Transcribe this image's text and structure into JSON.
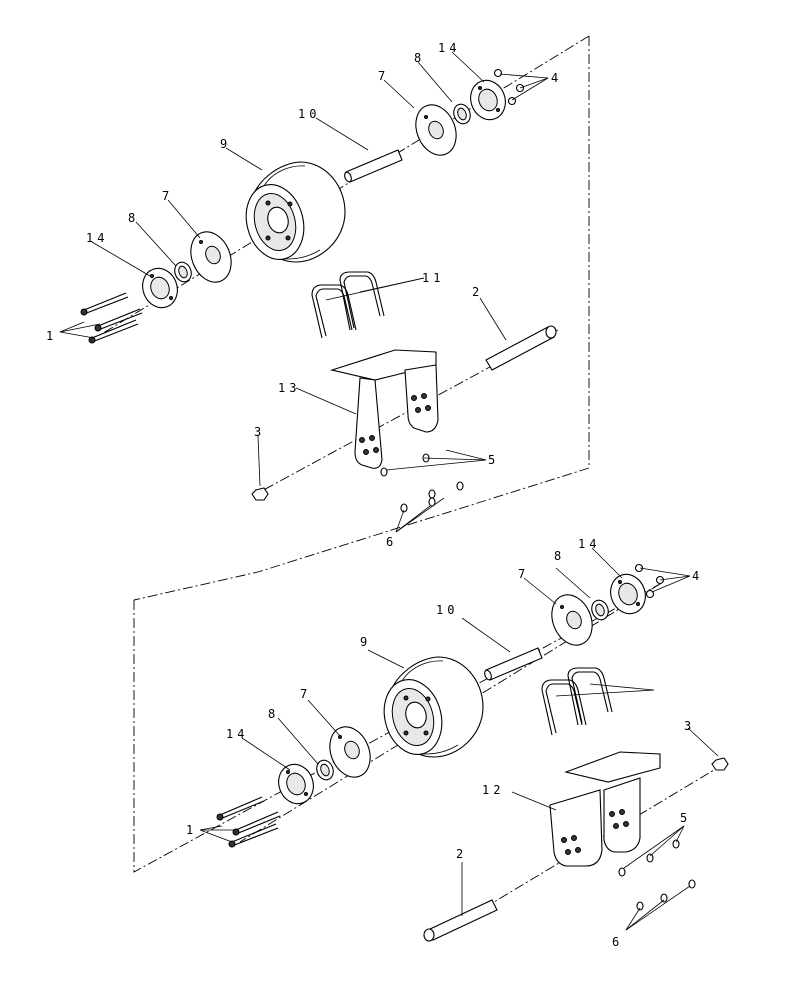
{
  "diagram": {
    "upper": {
      "callouts": {
        "c1": "1",
        "c2": "2",
        "c3": "3",
        "c4": "4",
        "c5": "5",
        "c6": "6",
        "c7a": "7",
        "c7b": "7",
        "c8a": "8",
        "c8b": "8",
        "c9": "9",
        "c10": "10",
        "c11": "11",
        "c13": "13",
        "c14a": "14",
        "c14b": "14"
      }
    },
    "lower": {
      "callouts": {
        "c1": "1",
        "c2": "2",
        "c3": "3",
        "c4": "4",
        "c5": "5",
        "c6": "6",
        "c7a": "7",
        "c7b": "7",
        "c8a": "8",
        "c8b": "8",
        "c9": "9",
        "c10": "10",
        "c12": "12",
        "c14a": "14",
        "c14b": "14"
      }
    }
  }
}
